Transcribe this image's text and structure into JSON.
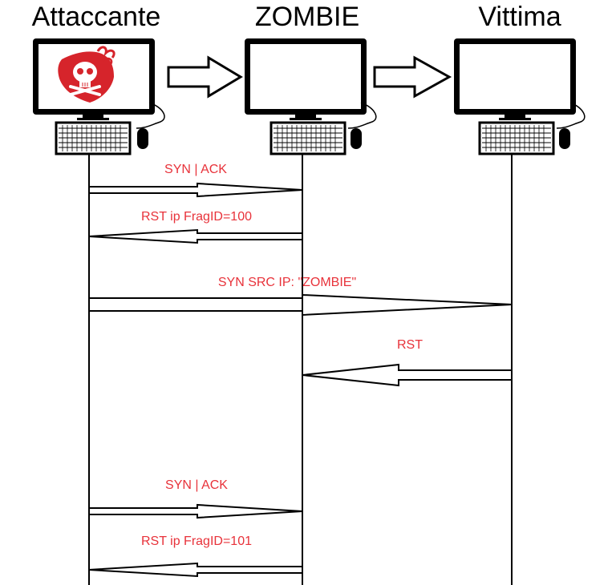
{
  "colors": {
    "label": "#e8323a",
    "logo": "#d6242b",
    "line": "#000000"
  },
  "nodes": [
    {
      "id": "attacker",
      "label": "Attaccante",
      "icon": "computer-with-skull-shield-icon"
    },
    {
      "id": "zombie",
      "label": "ZOMBIE",
      "icon": "computer-icon"
    },
    {
      "id": "victim",
      "label": "Vittima",
      "icon": "computer-icon"
    }
  ],
  "messages": [
    {
      "label": "SYN | ACK",
      "from": "attacker",
      "to": "zombie"
    },
    {
      "label": "RST ip FragID=100",
      "from": "zombie",
      "to": "attacker"
    },
    {
      "label": "SYN   SRC IP: \"ZOMBIE\"",
      "from": "attacker",
      "to": "victim"
    },
    {
      "label": "RST",
      "from": "victim",
      "to": "zombie"
    },
    {
      "label": "SYN | ACK",
      "from": "attacker",
      "to": "zombie"
    },
    {
      "label": "RST ip FragID=101",
      "from": "zombie",
      "to": "attacker"
    }
  ]
}
